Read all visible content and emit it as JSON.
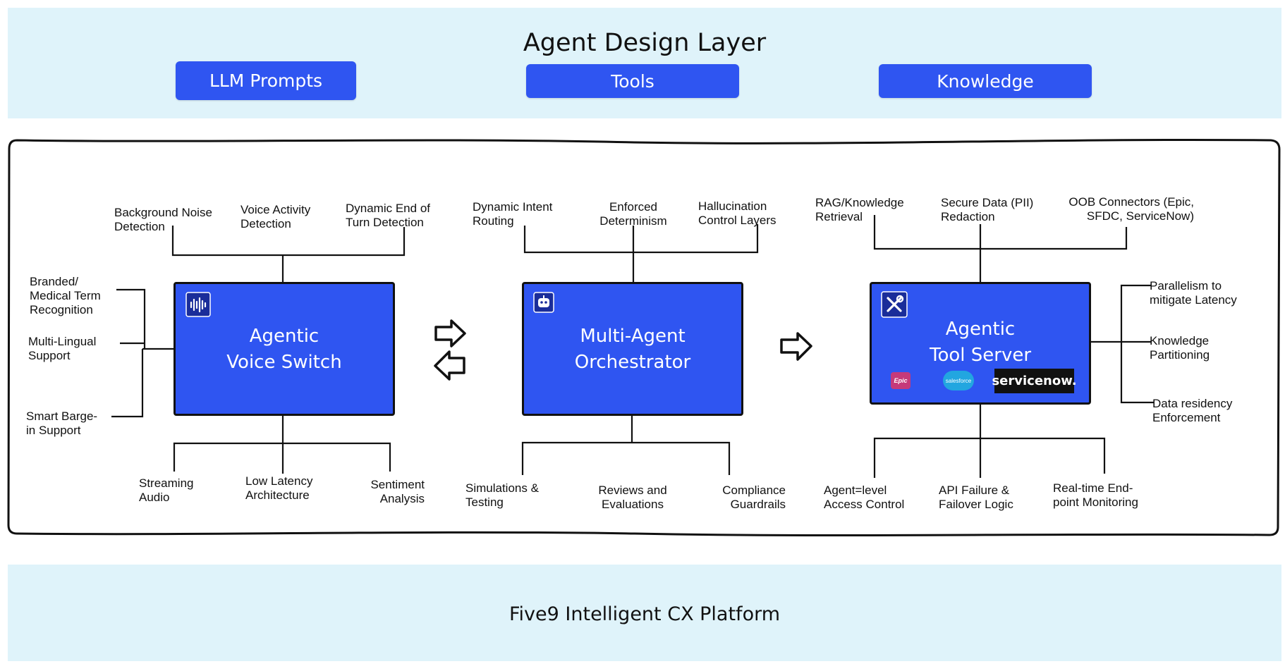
{
  "design_layer": {
    "title": "Agent Design Layer",
    "pills": [
      {
        "label": "LLM Prompts"
      },
      {
        "label": "Tools"
      },
      {
        "label": "Knowledge"
      }
    ]
  },
  "voice_switch": {
    "title": "Agentic\nVoice Switch",
    "icon": "audio-waveform-icon",
    "top": [
      "Background Noise\nDetection",
      "Voice Activity\nDetection",
      "Dynamic End of\nTurn Detection"
    ],
    "left": [
      "Branded/\nMedical Term\nRecognition",
      "Multi-Lingual\nSupport",
      "Smart Barge-\nin Support"
    ],
    "bottom": [
      "Streaming\nAudio",
      "Low Latency\nArchitecture",
      "Sentiment\nAnalysis"
    ]
  },
  "orchestrator": {
    "title": "Multi-Agent\nOrchestrator",
    "icon": "robot-icon",
    "top": [
      "Dynamic Intent\nRouting",
      "Enforced\nDeterminism",
      "Hallucination\nControl Layers"
    ],
    "bottom": [
      "Simulations &\nTesting",
      "Reviews and\nEvaluations",
      "Compliance\nGuardrails"
    ]
  },
  "tool_server": {
    "title": "Agentic\nTool Server",
    "icon": "tools-icon",
    "logos": [
      "Epic",
      "salesforce",
      "servicenow."
    ],
    "top": [
      "RAG/Knowledge\nRetrieval",
      "Secure Data (PII)\nRedaction",
      "OOB Connectors (Epic,\nSFDC, ServiceNow)"
    ],
    "right": [
      "Parallelism to\nmitigate Latency",
      "Knowledge\nPartitioning",
      "Data residency\nEnforcement"
    ],
    "bottom": [
      "Agent=level\nAccess Control",
      "API Failure &\nFailover Logic",
      "Real-time End-\npoint Monitoring"
    ]
  },
  "platform": {
    "title": "Five9 Intelligent CX Platform"
  },
  "colors": {
    "band": "#dff3fa",
    "accent_blue": "#2f55f1",
    "line": "#111111"
  }
}
